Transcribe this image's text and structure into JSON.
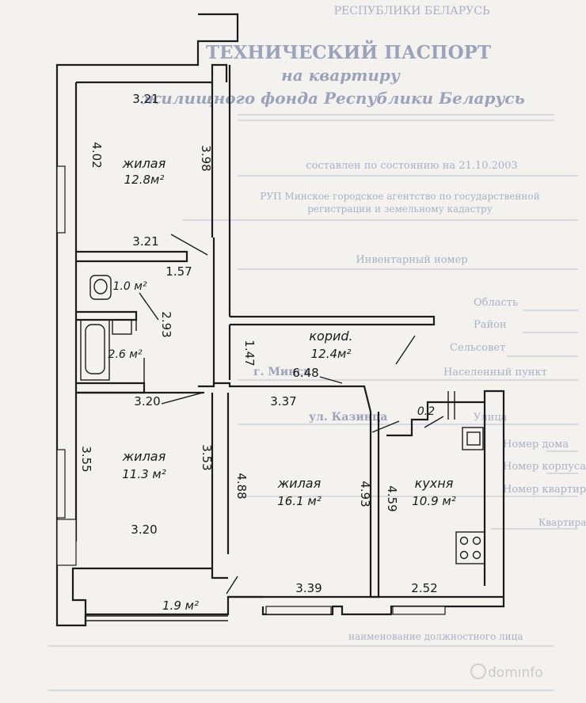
{
  "background_text": {
    "header": "РЕСПУБЛИКИ БЕЛАРУСЬ",
    "title": "ТЕХНИЧЕСКИЙ ПАСПОРТ",
    "line2": "на квартиру",
    "line3": "жилищного фонда Республики Беларусь",
    "compiled": "составлен по состоянию на 21.10.2003",
    "org1": "РУП Минское городское агентство по государственной",
    "org2": "регистрации и земельному кадастру",
    "inv": "Инвентарный номер",
    "f1": "Область",
    "f2": "Район",
    "f3": "Сельсовет",
    "f4": "Населенный пункт",
    "f4v": "г. Минск",
    "f5": "Улица",
    "f5v": "ул. Казинца",
    "f6": "Номер дома",
    "f7": "Номер корпуса",
    "f8": "Номер квартиры",
    "f9": "Квартира №",
    "sign": "наименование должностного лица"
  },
  "rooms": [
    {
      "name": "жилая",
      "area": "12.8м²"
    },
    {
      "name": "",
      "area": "1.0 м²"
    },
    {
      "name": "",
      "area": "2.6 м²"
    },
    {
      "name": "кориd.",
      "area": "12.4м²"
    },
    {
      "name": "жилая",
      "area": "11.3 м²"
    },
    {
      "name": "жилая",
      "area": "16.1 м²"
    },
    {
      "name": "кухня",
      "area": "10.9 м²"
    },
    {
      "name": "",
      "area": "1.9 м²"
    }
  ],
  "dimensions": [
    "3.21",
    "4.02",
    "3.98",
    "3.21",
    "1.57",
    "2.93",
    "1.47",
    "6.48",
    "3.20",
    "3.37",
    "0.2",
    "3.55",
    "3.53",
    "4.88",
    "4.93",
    "4.59",
    "3.20",
    "3.39",
    "2.52"
  ],
  "watermark": "domınfo"
}
